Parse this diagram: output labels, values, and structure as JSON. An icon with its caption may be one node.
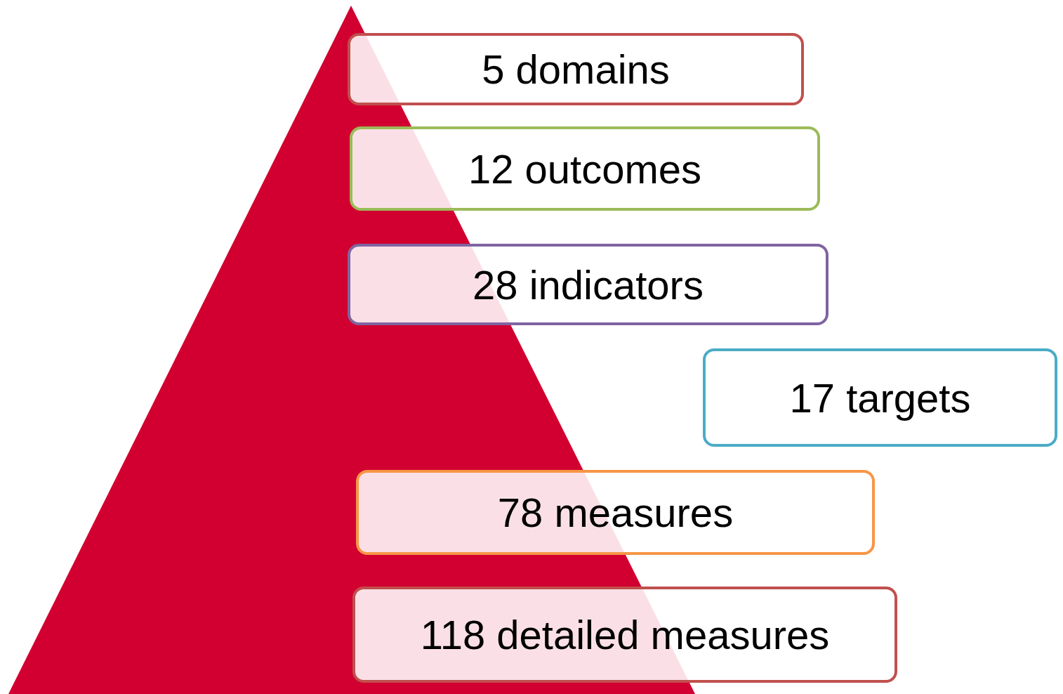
{
  "diagram": {
    "nodes": [
      {
        "text": [
          "5 domains"
        ]
      },
      {
        "text": [
          "12 outcomes"
        ]
      },
      {
        "text": [
          "28 indicators"
        ]
      },
      {
        "text": [
          "17 targets"
        ]
      },
      {
        "text": [
          "78 measures"
        ]
      },
      {
        "text": [
          "118 detailed measures"
        ]
      }
    ]
  }
}
